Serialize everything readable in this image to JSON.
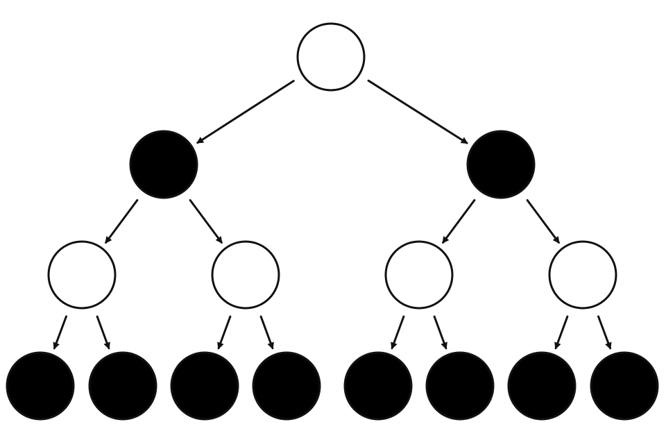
{
  "diagram": {
    "type": "binary-tree",
    "levels": 4,
    "colors": {
      "filled": "#000000",
      "hollow": "#ffffff",
      "stroke": "#111111"
    },
    "nodes": [
      {
        "id": "n0",
        "level": 0,
        "fill": "hollow"
      },
      {
        "id": "n1",
        "level": 1,
        "fill": "filled"
      },
      {
        "id": "n2",
        "level": 1,
        "fill": "filled"
      },
      {
        "id": "n3",
        "level": 2,
        "fill": "hollow"
      },
      {
        "id": "n4",
        "level": 2,
        "fill": "hollow"
      },
      {
        "id": "n5",
        "level": 2,
        "fill": "hollow"
      },
      {
        "id": "n6",
        "level": 2,
        "fill": "hollow"
      },
      {
        "id": "n7",
        "level": 3,
        "fill": "filled"
      },
      {
        "id": "n8",
        "level": 3,
        "fill": "filled"
      },
      {
        "id": "n9",
        "level": 3,
        "fill": "filled"
      },
      {
        "id": "n10",
        "level": 3,
        "fill": "filled"
      },
      {
        "id": "n11",
        "level": 3,
        "fill": "filled"
      },
      {
        "id": "n12",
        "level": 3,
        "fill": "filled"
      },
      {
        "id": "n13",
        "level": 3,
        "fill": "filled"
      },
      {
        "id": "n14",
        "level": 3,
        "fill": "filled"
      }
    ],
    "edges": [
      [
        "n0",
        "n1"
      ],
      [
        "n0",
        "n2"
      ],
      [
        "n1",
        "n3"
      ],
      [
        "n1",
        "n4"
      ],
      [
        "n2",
        "n5"
      ],
      [
        "n2",
        "n6"
      ],
      [
        "n3",
        "n7"
      ],
      [
        "n3",
        "n8"
      ],
      [
        "n4",
        "n9"
      ],
      [
        "n4",
        "n10"
      ],
      [
        "n5",
        "n11"
      ],
      [
        "n5",
        "n12"
      ],
      [
        "n6",
        "n13"
      ],
      [
        "n6",
        "n14"
      ]
    ]
  }
}
